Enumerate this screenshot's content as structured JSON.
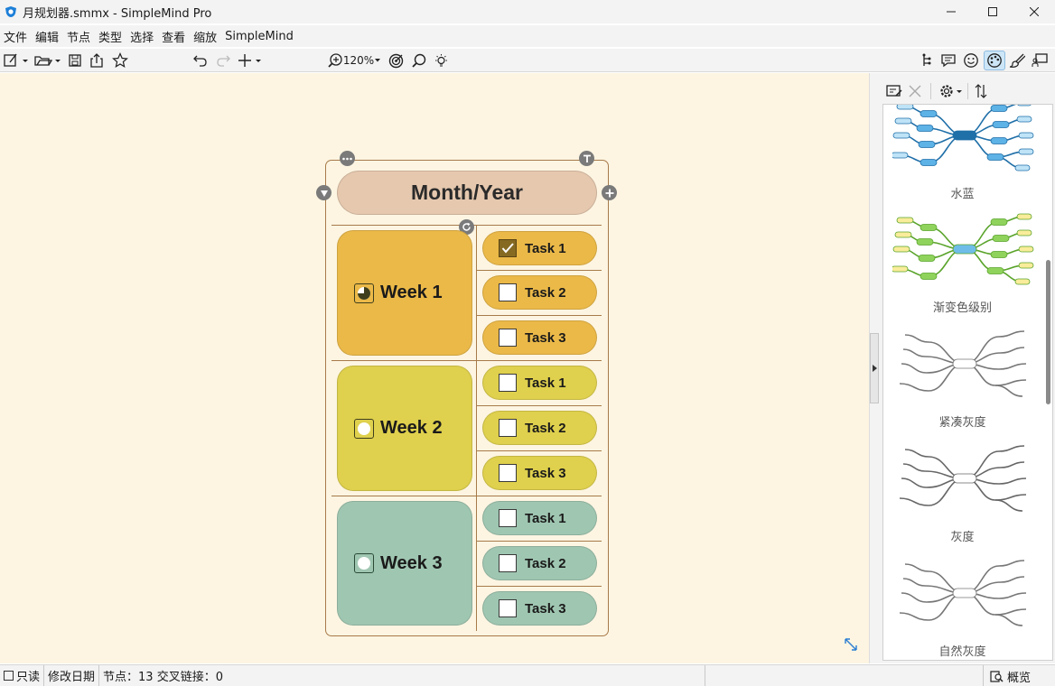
{
  "window": {
    "title": "月规划器.smmx - SimpleMind Pro"
  },
  "menu": [
    "文件",
    "编辑",
    "节点",
    "类型",
    "选择",
    "查看",
    "缩放",
    "SimpleMind"
  ],
  "toolbar": {
    "zoom": "120%"
  },
  "map": {
    "root": "Month/Year",
    "weeks": [
      {
        "label": "Week 1",
        "color": "#ebb948",
        "task_color": "#ebb948",
        "tasks": [
          {
            "label": "Task 1",
            "checked": true
          },
          {
            "label": "Task 2",
            "checked": false
          },
          {
            "label": "Task 3",
            "checked": false
          }
        ]
      },
      {
        "label": "Week 2",
        "color": "#dfd04d",
        "task_color": "#dfd04d",
        "tasks": [
          {
            "label": "Task 1",
            "checked": false
          },
          {
            "label": "Task 2",
            "checked": false
          },
          {
            "label": "Task 3",
            "checked": false
          }
        ]
      },
      {
        "label": "Week 3",
        "color": "#9fc6b1",
        "task_color": "#9fc6b1",
        "tasks": [
          {
            "label": "Task 1",
            "checked": false
          },
          {
            "label": "Task 2",
            "checked": false
          },
          {
            "label": "Task 3",
            "checked": false
          }
        ]
      }
    ]
  },
  "styles": [
    "水蓝",
    "渐变色级别",
    "紧凑灰度",
    "灰度",
    "自然灰度"
  ],
  "statusbar": {
    "readonly": "只读",
    "modified_date": "修改日期",
    "nodes": "节点：13 交叉链接：0",
    "overview": "概览"
  },
  "colors": {
    "canvas": "#fdf5e2",
    "frame": "#a77a4a",
    "root": "#e5c8ae"
  }
}
